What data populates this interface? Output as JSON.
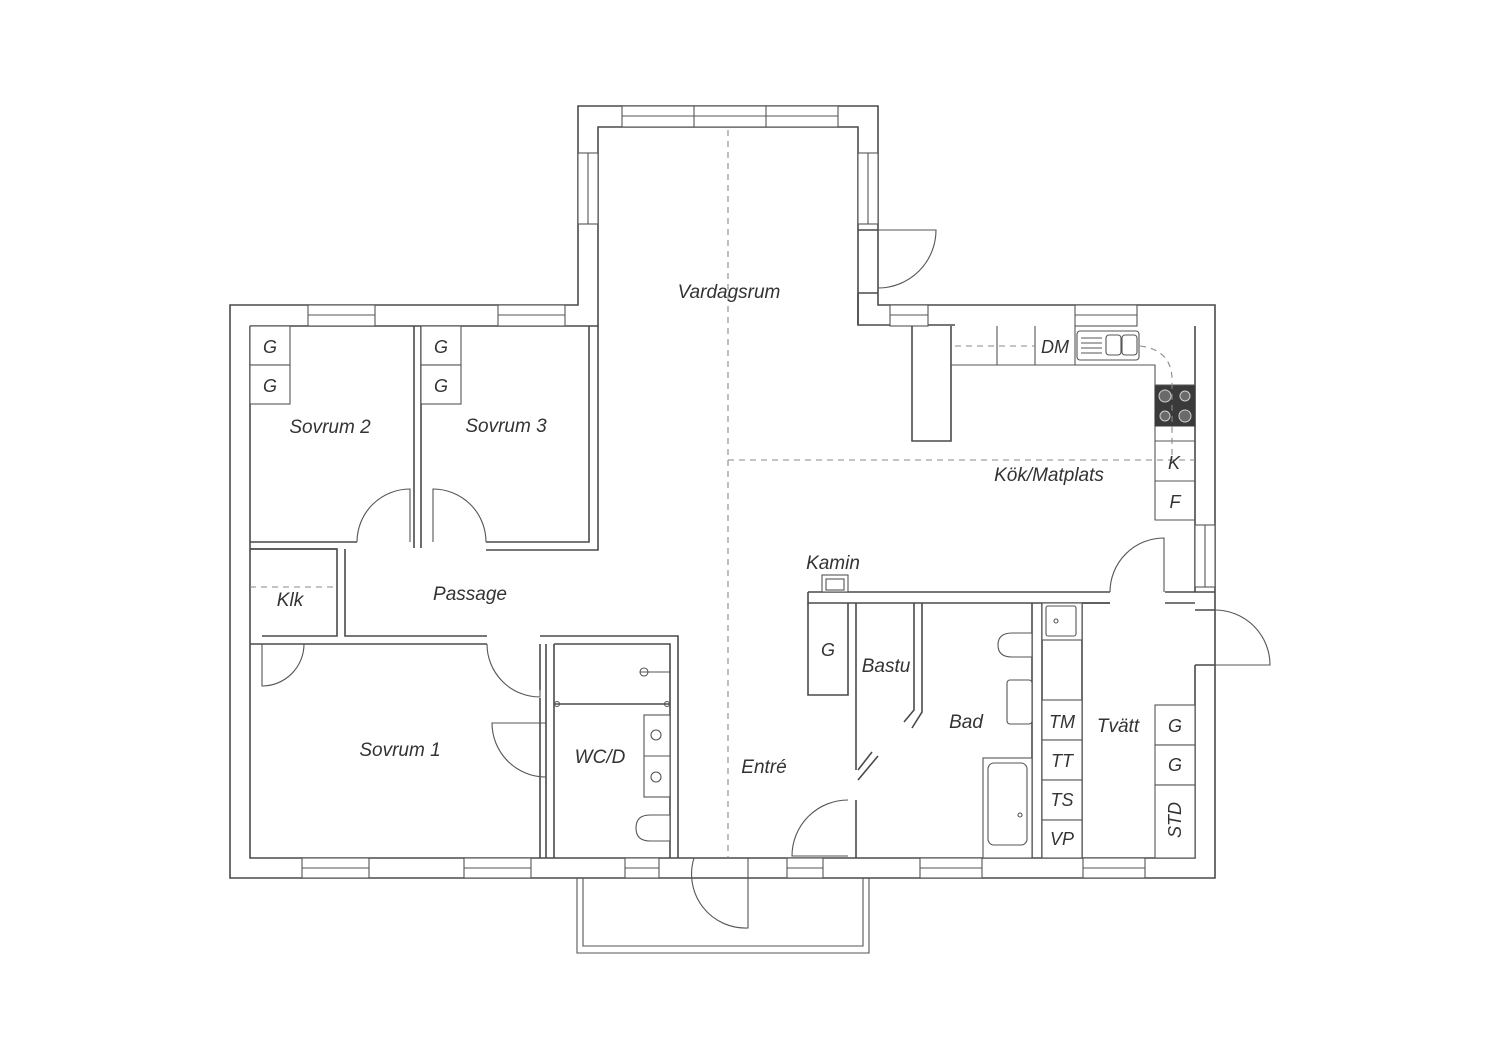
{
  "rooms": {
    "vardagsrum": "Vardagsrum",
    "sovrum2": "Sovrum 2",
    "sovrum3": "Sovrum 3",
    "sovrum1": "Sovrum 1",
    "passage": "Passage",
    "klk": "Klk",
    "wcd": "WC/D",
    "entre": "Entré",
    "kok": "Kök/Matplats",
    "kamin": "Kamin",
    "bastu": "Bastu",
    "bad": "Bad",
    "tvatt": "Tvätt"
  },
  "fixtures": {
    "g": "G",
    "dm": "DM",
    "k": "K",
    "f": "F",
    "tm": "TM",
    "tt": "TT",
    "ts": "TS",
    "vp": "VP",
    "std": "STD"
  }
}
